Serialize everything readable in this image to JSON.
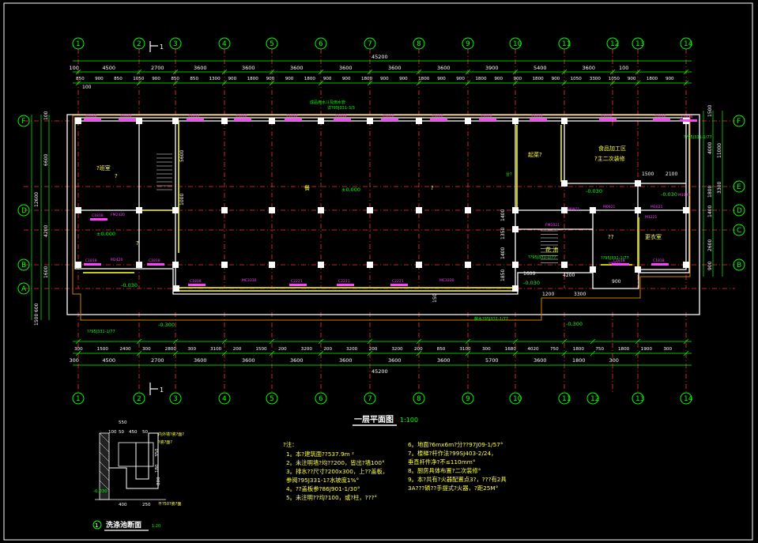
{
  "axes_top": [
    "1",
    "2",
    "3",
    "4",
    "5",
    "6",
    "7",
    "8",
    "9",
    "10",
    "11",
    "12",
    "13",
    "14"
  ],
  "axes_bottom": [
    "1",
    "2",
    "3",
    "4",
    "5",
    "6",
    "7",
    "8",
    "9",
    "10",
    "11",
    "12",
    "13",
    "14"
  ],
  "rows_left": [
    "F",
    "D",
    "B",
    "A"
  ],
  "rows_right": [
    "F",
    "E",
    "D",
    "C",
    "B"
  ],
  "dims": {
    "total": "45200",
    "top_bays": [
      "100",
      "4500",
      "2700",
      "3600",
      "3600",
      "3600",
      "3600",
      "3600",
      "3600",
      "3900",
      "5400",
      "3600",
      "100"
    ],
    "top_sub": [
      "850",
      "900",
      "850",
      "1050",
      "900",
      "850",
      "850",
      "1300",
      "900",
      "1800",
      "900",
      "900",
      "1800",
      "900",
      "900",
      "1800",
      "900",
      "900",
      "1800",
      "900",
      "900",
      "1800",
      "900",
      "900",
      "1800",
      "900",
      "1050",
      "3300",
      "1050",
      "900",
      "1800",
      "900"
    ],
    "bottom_bays": [
      "300",
      "4500",
      "2700",
      "3600",
      "3600",
      "3600",
      "3600",
      "3600",
      "3600",
      "5700",
      "3600",
      "1800",
      "300"
    ],
    "bottom_sub": [
      "300",
      "1500",
      "2400",
      "300",
      "2800",
      "300",
      "3100",
      "200",
      "1500",
      "200",
      "3200",
      "200",
      "3200",
      "200",
      "3200",
      "200",
      "850",
      "3100",
      "300",
      "1680",
      "4020",
      "750",
      "1800",
      "750",
      "1800",
      "1900",
      "300"
    ],
    "left": [
      "100",
      "6600",
      "12600",
      "4200",
      "1600",
      "600",
      "1500"
    ],
    "right": [
      "1500",
      "4000",
      "3300",
      "1800",
      "1400",
      "2600",
      "11000",
      "900"
    ],
    "misc": [
      "100",
      "5600",
      "1000",
      "1500",
      "2100",
      "1400",
      "1350",
      "1400",
      "1850",
      "1600",
      "4200",
      "1200",
      "3300",
      "900",
      "150"
    ]
  },
  "rooms": {
    "r1": "?班室",
    "r1b": "?",
    "r2": "餐",
    "r2b": "?",
    "r3": "起菜?",
    "r4": "食品加工区",
    "r4b": "?主二次装修",
    "r5": "?",
    "r6": "??",
    "r7": "更衣室",
    "r8": "花 池"
  },
  "levels": [
    "±0.000",
    "±0.000",
    "-0.030",
    "-0.030",
    "-0.030",
    "-0.300",
    "-0.300",
    "-0.030"
  ],
  "marks": {
    "windows": [
      "C0608",
      "C0608",
      "C1818",
      "C1818",
      "C1818",
      "C1818",
      "C1818",
      "C1818",
      "C1818",
      "C1818",
      "C1818",
      "C3618",
      "C1818",
      "C1818",
      "C1818",
      "C1818",
      "C2221",
      "C2221",
      "C2221",
      "C1818",
      "C1818",
      "C1818"
    ],
    "doors": [
      "M2420",
      "MC3330",
      "MC3330",
      "M0921",
      "M1021",
      "M1021",
      "M0921",
      "M0921",
      "FM1021",
      "M1221",
      "FM2420"
    ]
  },
  "annotations": [
    "成品雨水斗及雨水管",
    "详?95J331-3/3",
    "??95J331-1/77",
    "??95J331-1/77",
    "??95J331-1/77",
    "??95J331-1/77",
    "散水?95J331-1/77",
    "台?"
  ],
  "section_mark": "1",
  "plan_title": "一层平面图",
  "plan_scale": "1:100",
  "detail": {
    "title": "洗涤池断面",
    "scale": "1:20",
    "number": "1",
    "dims": [
      "550",
      "100",
      "50",
      "450",
      "50",
      "350",
      "180",
      "800",
      "400",
      "250"
    ],
    "labels": [
      "内外墙?瓷?面?",
      "?瓷?面?",
      "不?50?瓷?面",
      "-0.030"
    ]
  },
  "notes": {
    "heading": "?注：",
    "col1": [
      "1。本?建筑面??537.9m ²",
      "2。未注明墙?均??200，皆出?墙100°",
      "3。排水??尺寸?200x300，上??盖板，",
      "    参阅?95J331-1?水坡度1%°",
      "4。??盖板参?86J901-1/30°",
      "5。未注明??均?100，或?柱，???°"
    ],
    "col2": [
      "6。地面?6mx6m?分??97J09-1/57°",
      "7。楼梯?杆作法?99SJ403-2/24，",
      "    垂直杆件净?不≤110mm°",
      "8。厨房具体布置?二次装修°",
      "9。本?共有?火器配置点3?，???有2具",
      "    3A???磷??手提式?火器，?距25M°"
    ]
  }
}
